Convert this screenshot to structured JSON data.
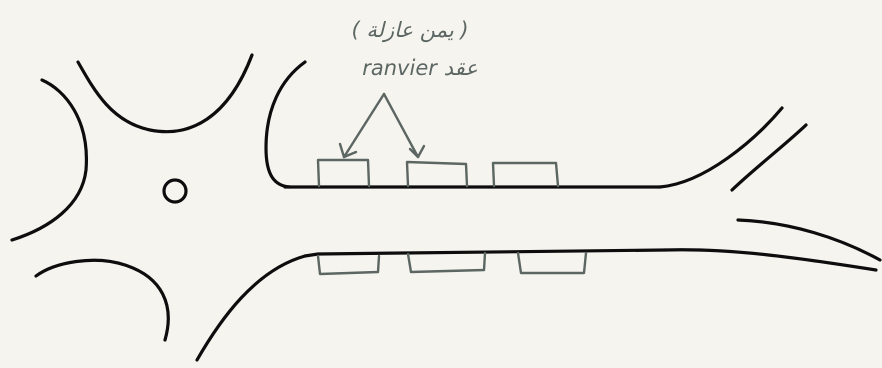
{
  "annotation": {
    "line1": "( يمن عازلة )",
    "line2": "ranvier عقد"
  },
  "colors": {
    "background": "#f6f4ef",
    "outline_ink": "#0d0d0d",
    "annotation_ink": "#5c6663"
  },
  "icons": [
    "nucleus-circle",
    "arrow-icon"
  ]
}
